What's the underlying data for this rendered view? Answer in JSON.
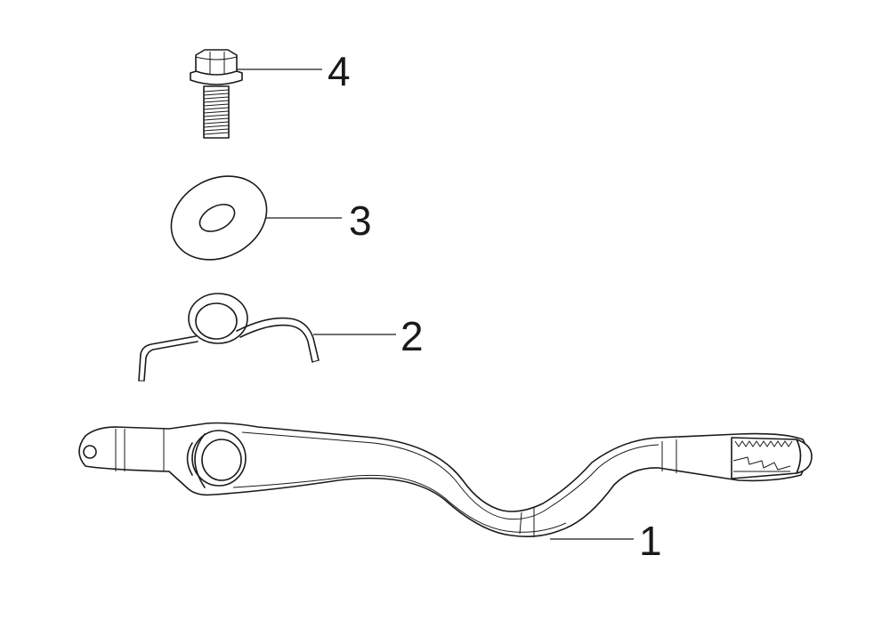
{
  "parts": [
    {
      "number": "4",
      "part": "flange-bolt"
    },
    {
      "number": "3",
      "part": "washer"
    },
    {
      "number": "2",
      "part": "torsion-spring"
    },
    {
      "number": "1",
      "part": "brake-pedal"
    }
  ],
  "colors": {
    "line": "#1a1a1a",
    "background": "#ffffff"
  }
}
